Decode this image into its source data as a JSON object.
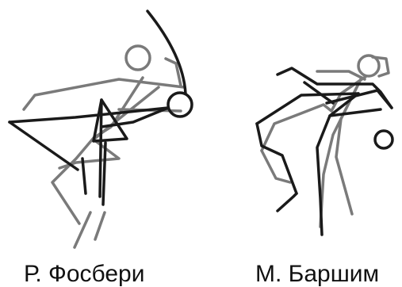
{
  "colors": {
    "black_figure": "#1a1a1a",
    "gray_figure": "#7a7a7a",
    "caption": "#111111",
    "background": "#ffffff"
  },
  "figures": [
    {
      "id": "fosbury",
      "caption": "Р. Фосбери"
    },
    {
      "id": "barshim",
      "caption": "М. Баршим"
    }
  ]
}
